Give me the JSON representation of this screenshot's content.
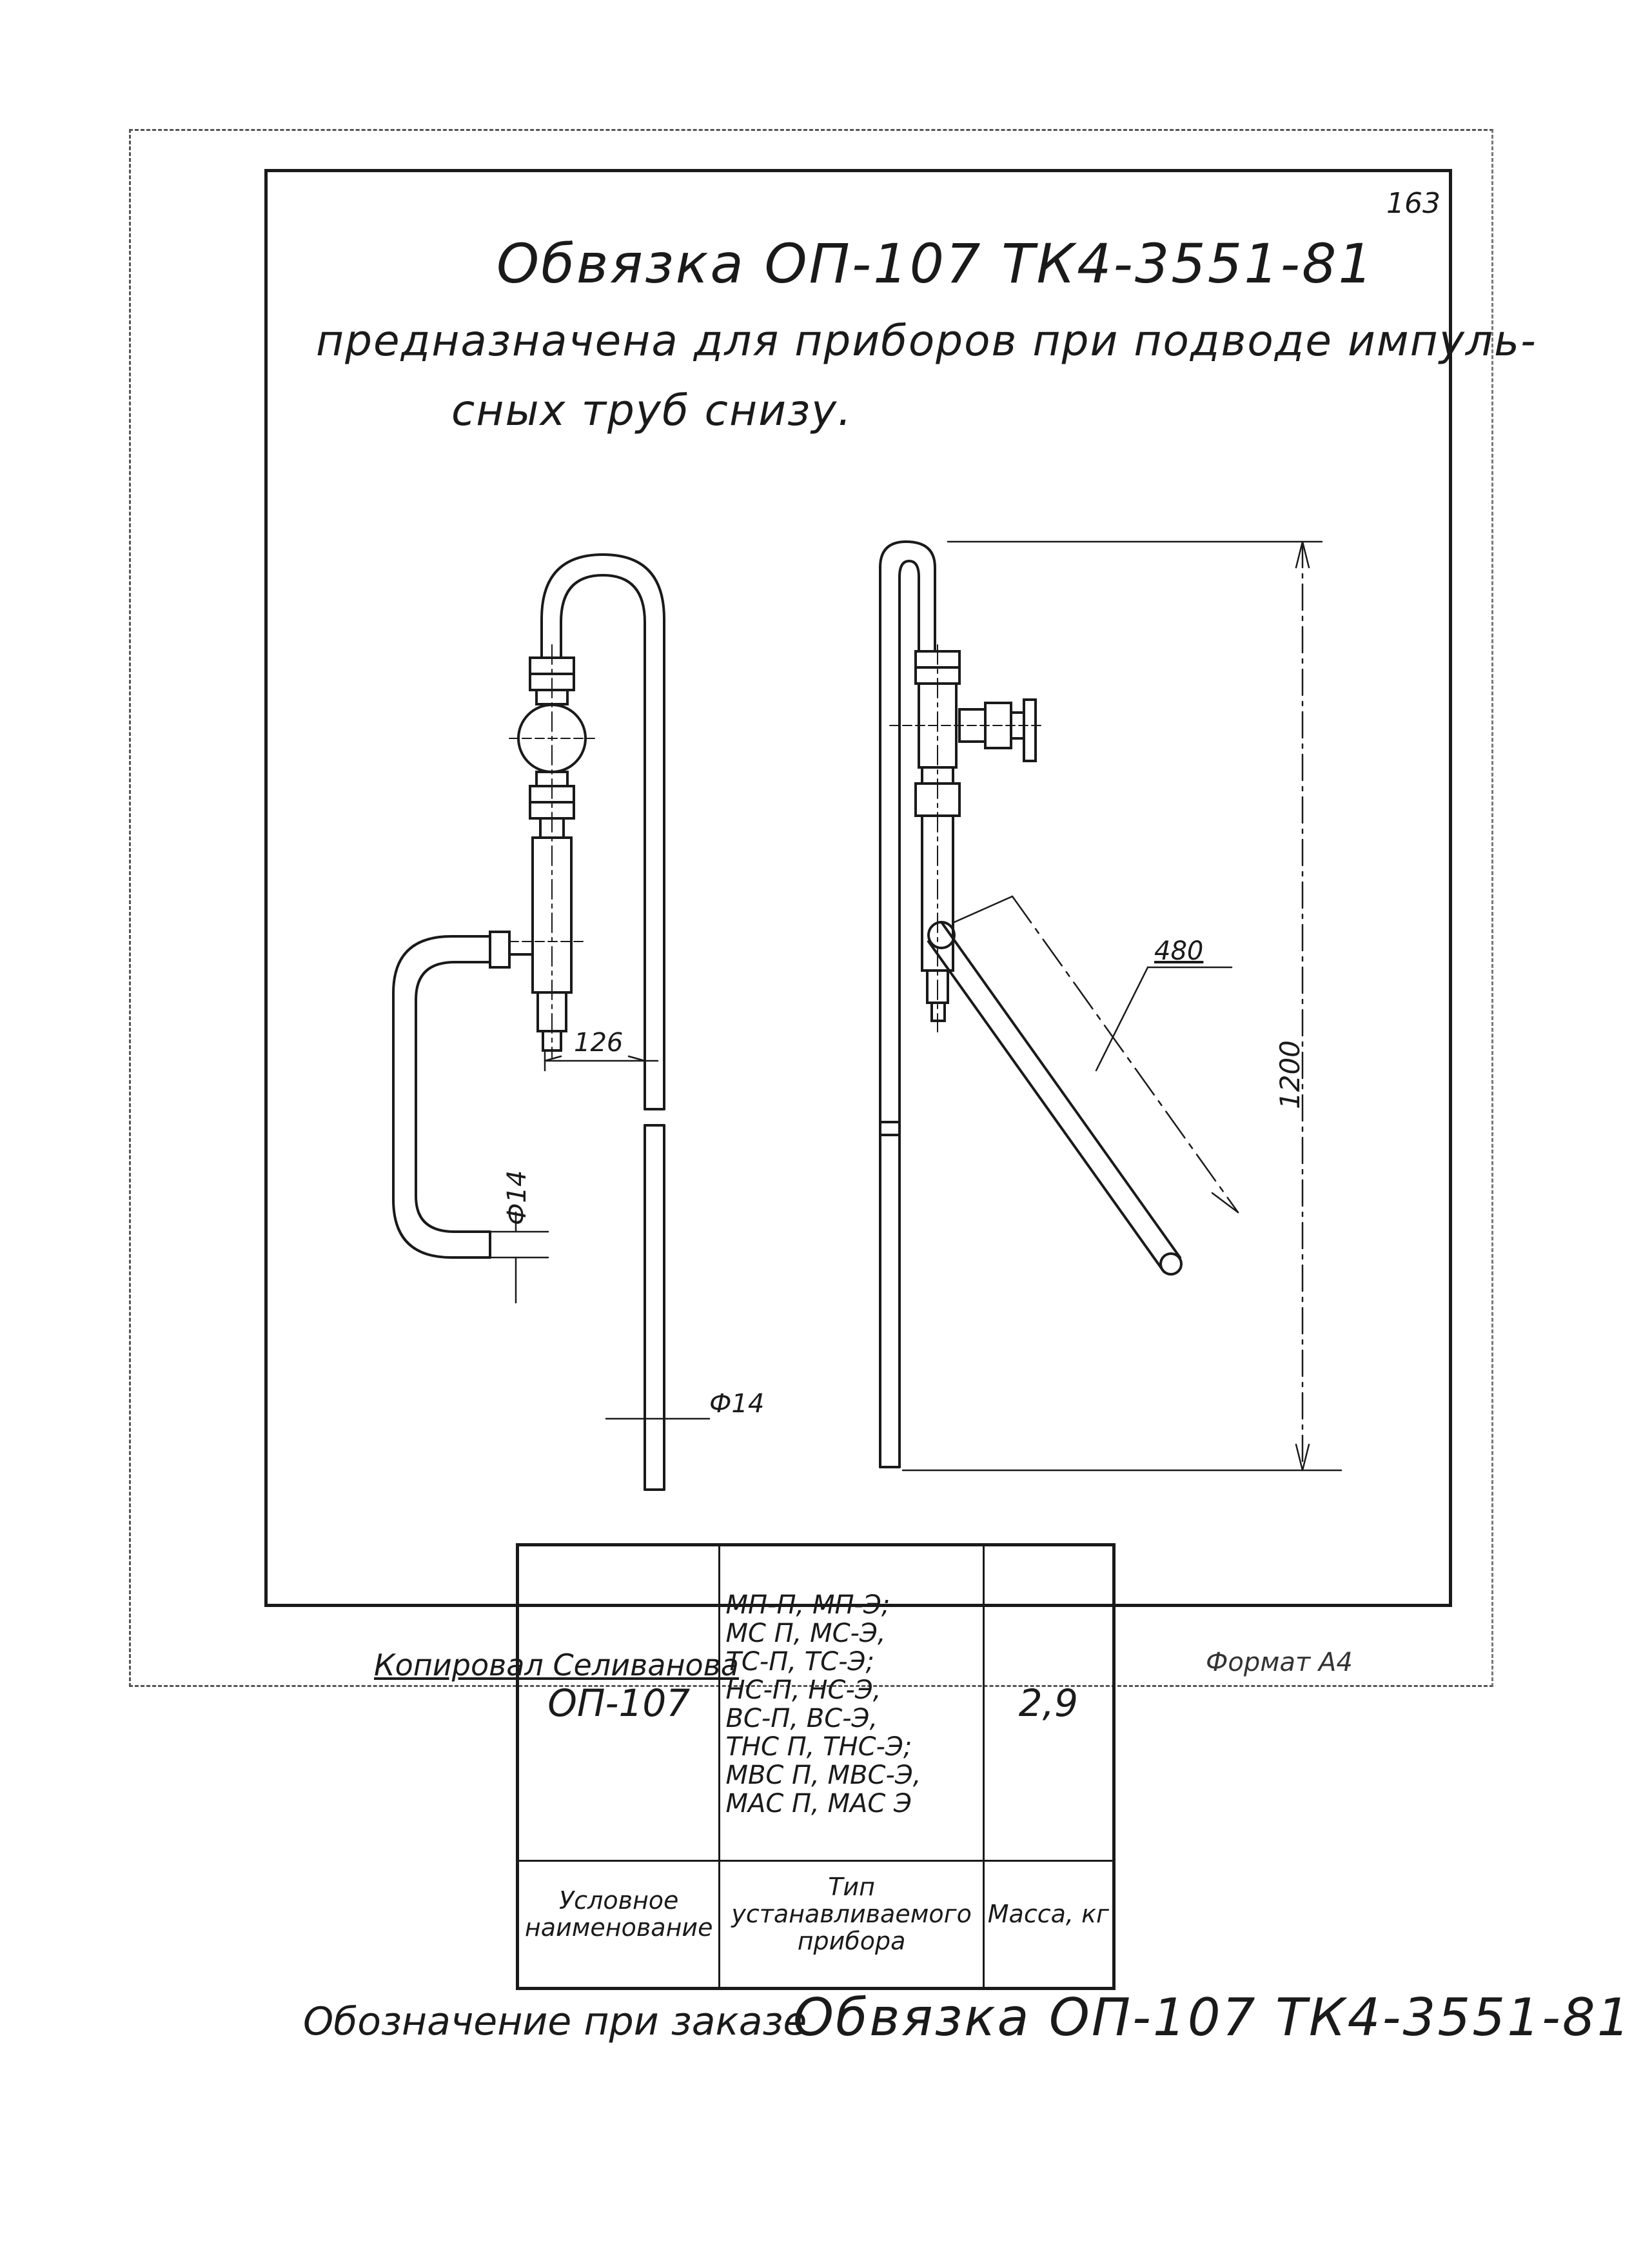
{
  "page_number": "163",
  "title": "Обвязка ОП-107 ТК4-3551-81",
  "subtitle_lines": [
    "предназначена для приборов при подводе импуль-",
    "сных труб снизу."
  ],
  "dimensions": {
    "d126": "126",
    "d480": "480",
    "d1200": "1200",
    "phi14_left": "Ф14",
    "phi14_bottom": "Ф14"
  },
  "table": {
    "designation": "ОП-107",
    "device_types": [
      "МП-П, МП-Э;",
      "МС П, МС-Э,",
      "ТС-П, ТС-Э;",
      "НС-П, НС-Э,",
      "ВС-П, ВС-Э,",
      "ТНС П, ТНС-Э;",
      "МВС П, МВС-Э,",
      "МАС П, МАС Э"
    ],
    "mass": "2,9",
    "headers": {
      "name": "Условное наименование",
      "type": "Тип устанавливаемого прибора",
      "mass": "Масса, кг"
    }
  },
  "order_designation_label": "Обозначение при заказе",
  "order_designation_value": "Обвязка ОП-107 ТК4-3551-81",
  "copied_by": "Копировал Селиванова",
  "format_label": "Формат А4"
}
